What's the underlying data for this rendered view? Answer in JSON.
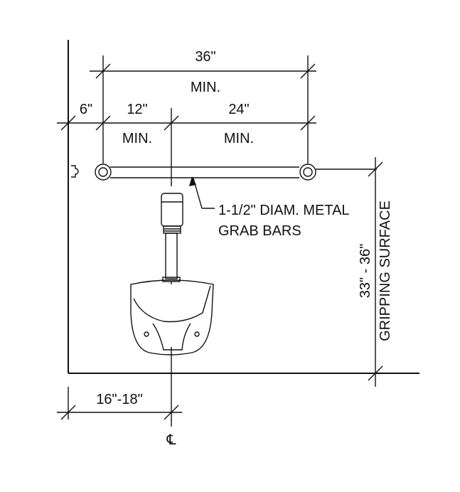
{
  "dimensions": {
    "overall": "36\"",
    "overall_min": "MIN.",
    "offset": "6\"",
    "left_segment": "12\"",
    "left_min": "MIN.",
    "right_segment": "24\"",
    "right_min": "MIN.",
    "height": "33\" - 36\"",
    "height_ref": "GRIPPING SURFACE",
    "centerline_offset": "16\"-18\"",
    "centerline_symbol": "℄"
  },
  "notes": {
    "grab_bar_line1": "1-1/2\" DIAM. METAL",
    "grab_bar_line2": "GRAB BARS"
  },
  "colors": {
    "line": "#111111",
    "background": "#ffffff"
  }
}
